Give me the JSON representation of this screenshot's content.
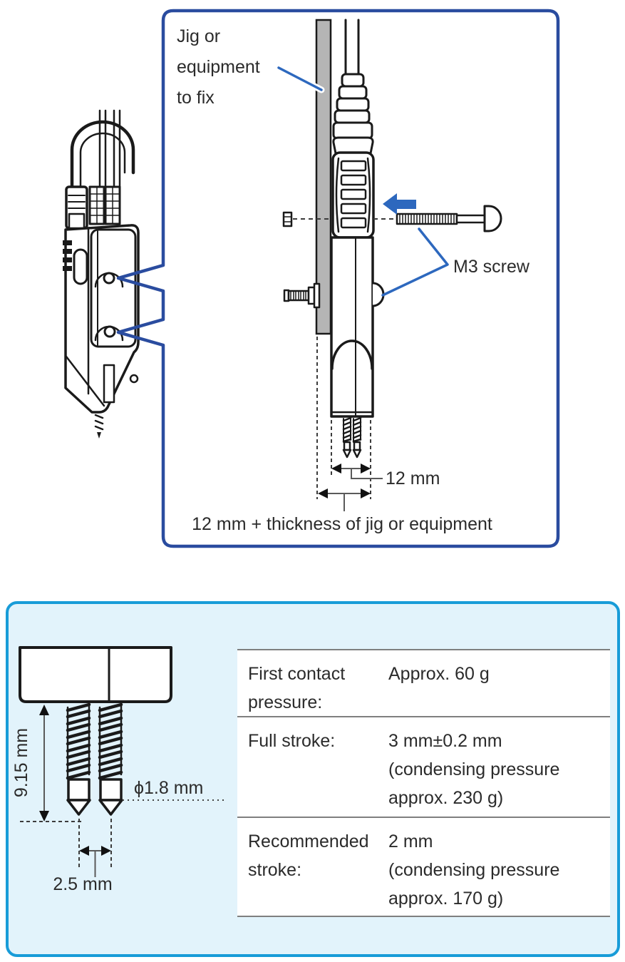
{
  "colors": {
    "navy": "#2A4C9F",
    "callout": "#2D68BE",
    "cyan_border": "#189CD8",
    "cyan_fill": "#E2F3FB",
    "jig_gray": "#B5B5B5",
    "ink": "#1A1A1A",
    "text": "#2B2B2B",
    "rule": "#7F7F7F"
  },
  "top_panel": {
    "jig_label_lines": [
      "Jig or",
      "equipment",
      "to fix"
    ],
    "m3_label": "M3 screw",
    "dim_probe": "12 mm",
    "dim_total": "12 mm + thickness of jig or equipment"
  },
  "bottom_panel": {
    "dim_pin_length": "9.15 mm",
    "dim_tip_diameter": "ϕ1.8 mm",
    "dim_pin_pitch": "2.5 mm",
    "table": {
      "rows": [
        {
          "label": "First contact pressure:",
          "value": "Approx. 60 g",
          "note": ""
        },
        {
          "label": "Full stroke:",
          "value": "3 mm±0.2 mm",
          "note": "(condensing pressure approx. 230 g)"
        },
        {
          "label": "Recommended stroke:",
          "value": "2 mm",
          "note": "(condensing pressure approx. 170 g)"
        }
      ]
    }
  }
}
